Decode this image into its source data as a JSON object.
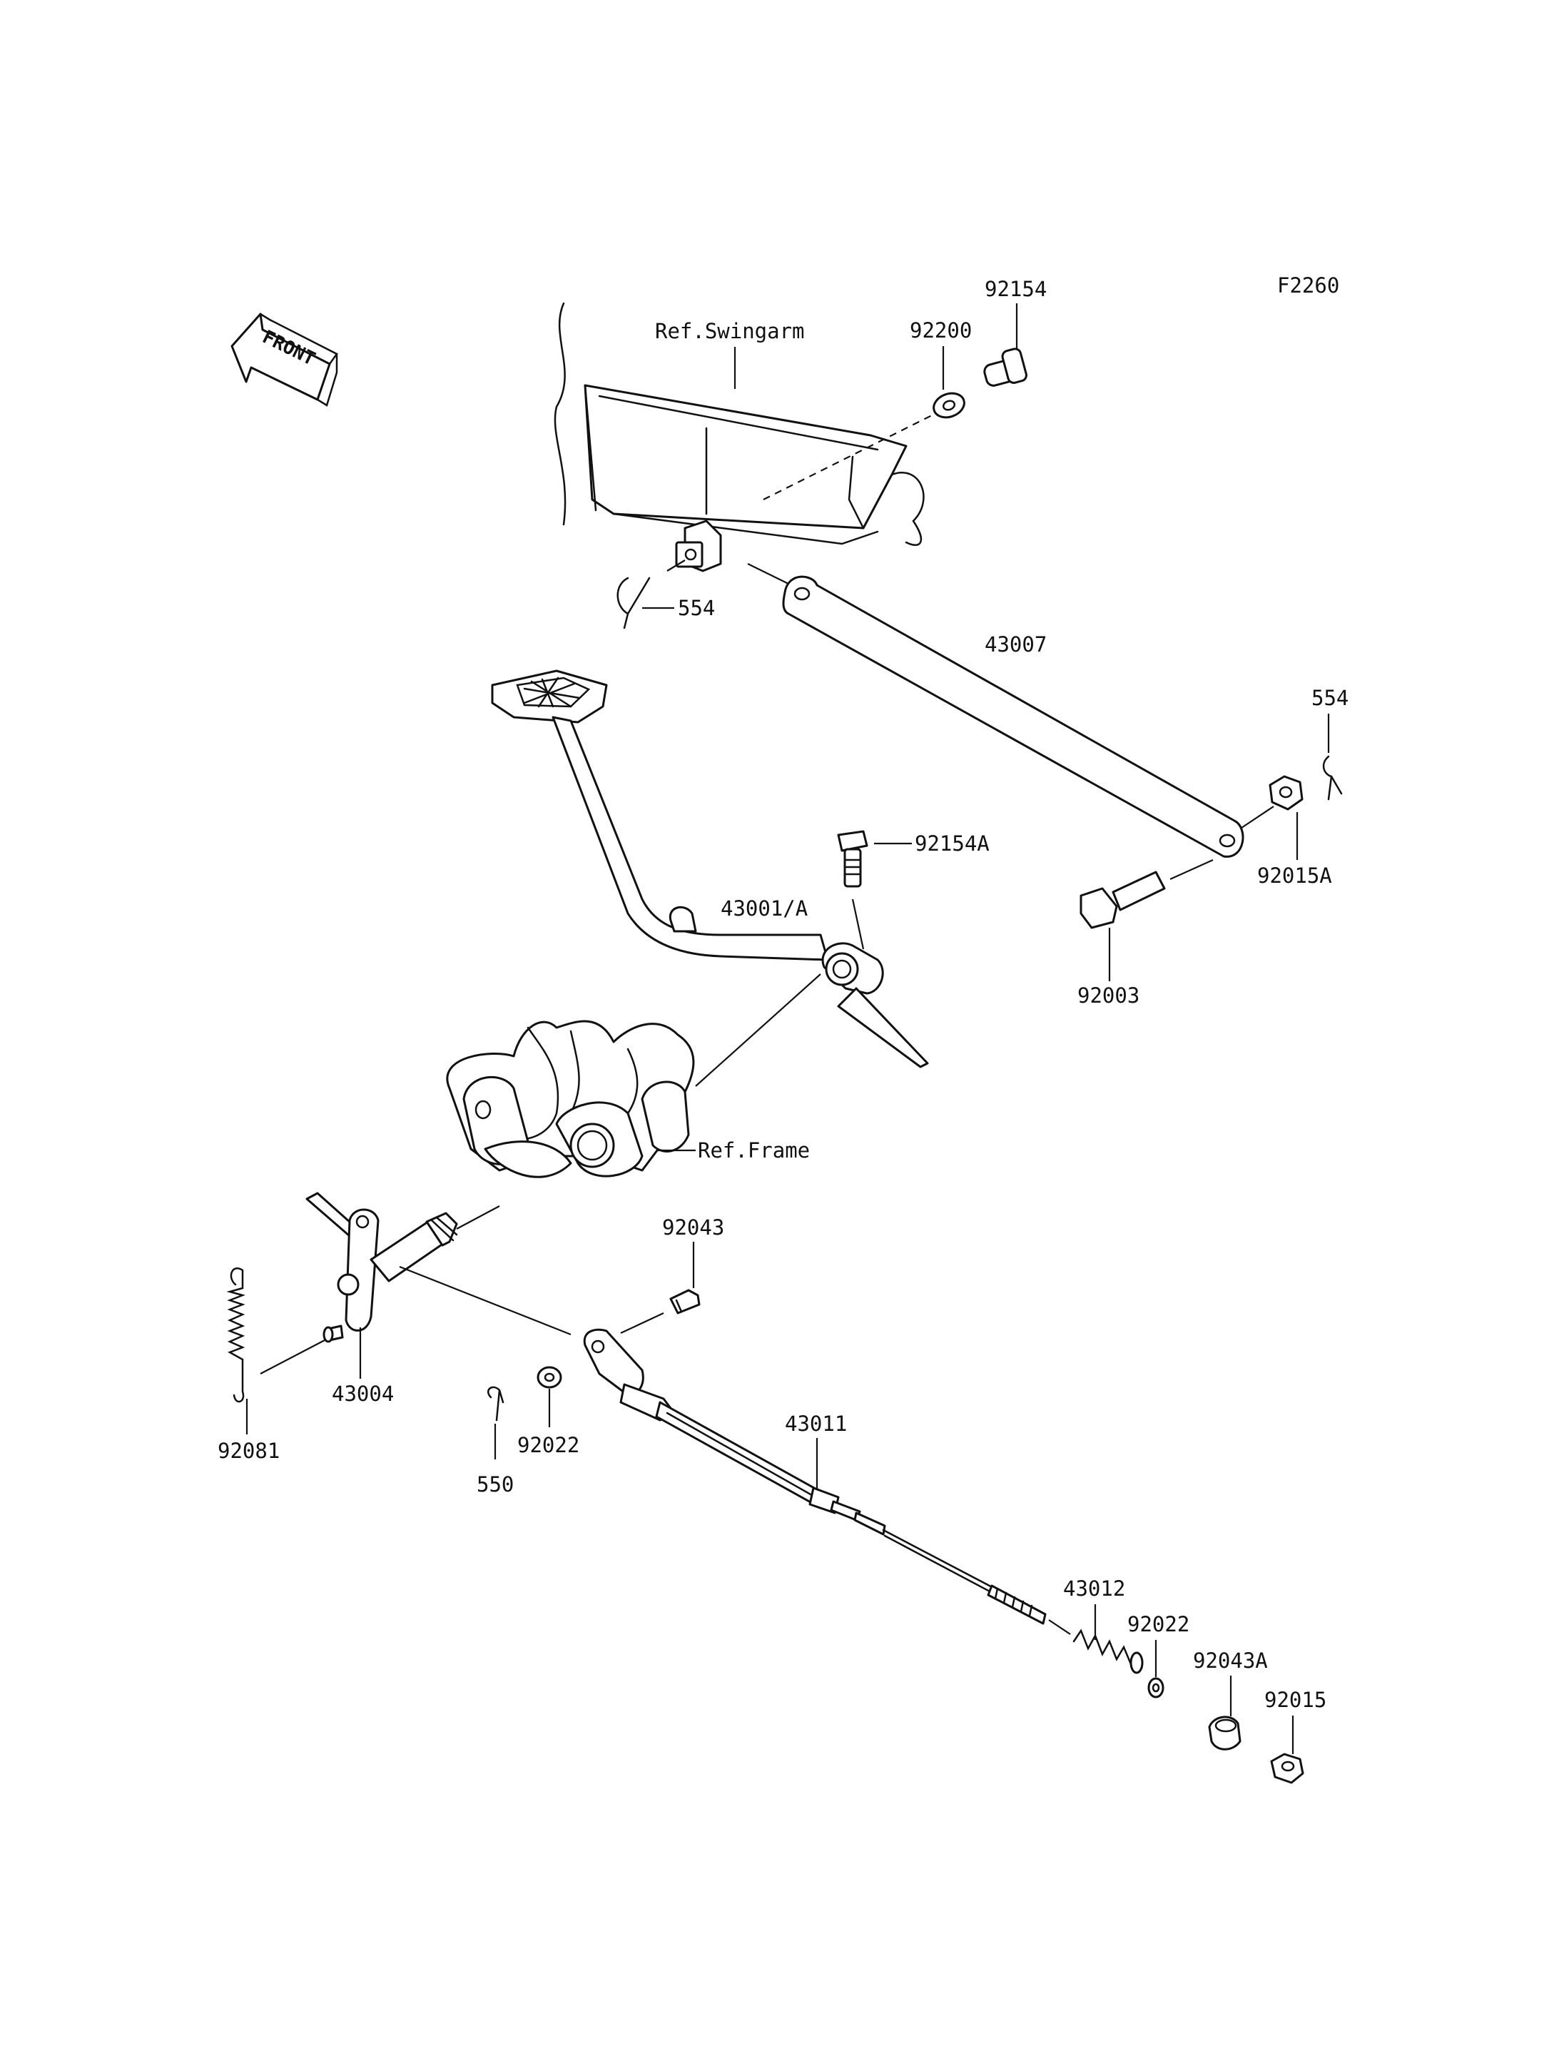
{
  "figure_code": "F2260",
  "front_label": "FRONT",
  "references": {
    "swingarm": "Ref.Swingarm",
    "frame": "Ref.Frame"
  },
  "parts": [
    {
      "key": "p92154",
      "number": "92154",
      "name": "bolt"
    },
    {
      "key": "p92200",
      "number": "92200",
      "name": "washer"
    },
    {
      "key": "p554_top",
      "number": "554",
      "name": "r-pin"
    },
    {
      "key": "p43007",
      "number": "43007",
      "name": "torque-link"
    },
    {
      "key": "p554_right",
      "number": "554",
      "name": "r-pin"
    },
    {
      "key": "p92015A",
      "number": "92015A",
      "name": "nut"
    },
    {
      "key": "p92154A",
      "number": "92154A",
      "name": "bolt"
    },
    {
      "key": "p92003",
      "number": "92003",
      "name": "bolt"
    },
    {
      "key": "p43001A",
      "number": "43001/A",
      "name": "brake-pedal"
    },
    {
      "key": "p92043",
      "number": "92043",
      "name": "pin"
    },
    {
      "key": "p43004",
      "number": "43004",
      "name": "brake-shaft"
    },
    {
      "key": "p92081",
      "number": "92081",
      "name": "spring"
    },
    {
      "key": "p550",
      "number": "550",
      "name": "cotter-pin"
    },
    {
      "key": "p92022_left",
      "number": "92022",
      "name": "washer"
    },
    {
      "key": "p43011",
      "number": "43011",
      "name": "brake-rod"
    },
    {
      "key": "p43012",
      "number": "43012",
      "name": "spring"
    },
    {
      "key": "p92022_right",
      "number": "92022",
      "name": "washer"
    },
    {
      "key": "p92043A",
      "number": "92043A",
      "name": "pin"
    },
    {
      "key": "p92015",
      "number": "92015",
      "name": "nut"
    }
  ]
}
